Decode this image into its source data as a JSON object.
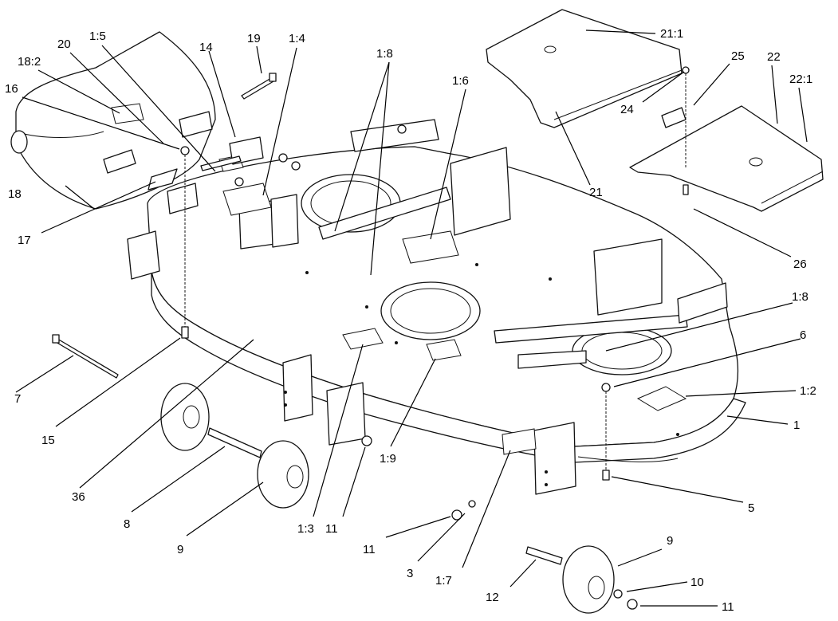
{
  "callouts": [
    {
      "id": "c-1-5",
      "text": "1:5"
    },
    {
      "id": "c-20",
      "text": "20"
    },
    {
      "id": "c-18-2",
      "text": "18:2"
    },
    {
      "id": "c-16",
      "text": "16"
    },
    {
      "id": "c-14",
      "text": "14"
    },
    {
      "id": "c-19",
      "text": "19"
    },
    {
      "id": "c-1-4",
      "text": "1:4"
    },
    {
      "id": "c-1-8a",
      "text": "1:8"
    },
    {
      "id": "c-1-6",
      "text": "1:6"
    },
    {
      "id": "c-21-1",
      "text": "21:1"
    },
    {
      "id": "c-25",
      "text": "25"
    },
    {
      "id": "c-22",
      "text": "22"
    },
    {
      "id": "c-22-1",
      "text": "22:1"
    },
    {
      "id": "c-24",
      "text": "24"
    },
    {
      "id": "c-21",
      "text": "21"
    },
    {
      "id": "c-18",
      "text": "18"
    },
    {
      "id": "c-17",
      "text": "17"
    },
    {
      "id": "c-26",
      "text": "26"
    },
    {
      "id": "c-1-8b",
      "text": "1:8"
    },
    {
      "id": "c-6",
      "text": "6"
    },
    {
      "id": "c-1-2",
      "text": "1:2"
    },
    {
      "id": "c-1",
      "text": "1"
    },
    {
      "id": "c-7",
      "text": "7"
    },
    {
      "id": "c-15",
      "text": "15"
    },
    {
      "id": "c-36",
      "text": "36"
    },
    {
      "id": "c-8",
      "text": "8"
    },
    {
      "id": "c-9a",
      "text": "9"
    },
    {
      "id": "c-1-3",
      "text": "1:3"
    },
    {
      "id": "c-11a",
      "text": "11"
    },
    {
      "id": "c-1-9",
      "text": "1:9"
    },
    {
      "id": "c-5",
      "text": "5"
    },
    {
      "id": "c-11b",
      "text": "11"
    },
    {
      "id": "c-3",
      "text": "3"
    },
    {
      "id": "c-1-7",
      "text": "1:7"
    },
    {
      "id": "c-12",
      "text": "12"
    },
    {
      "id": "c-9b",
      "text": "9"
    },
    {
      "id": "c-10",
      "text": "10"
    },
    {
      "id": "c-11c",
      "text": "11"
    }
  ]
}
